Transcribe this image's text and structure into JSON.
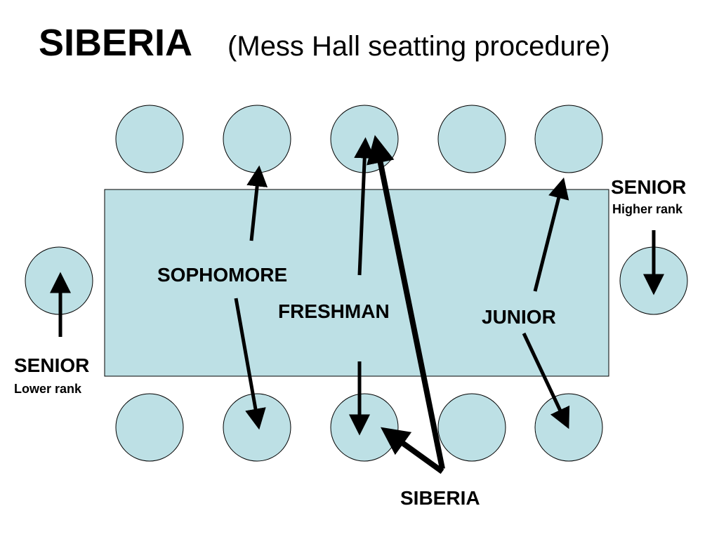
{
  "title": {
    "main": "SIBERIA",
    "subtitle": "(Mess Hall seatting procedure)"
  },
  "labels": {
    "sophomore": "SOPHOMORE",
    "freshman": "FRESHMAN",
    "junior": "JUNIOR",
    "siberia": "SIBERIA",
    "senior_right": "SENIOR",
    "senior_right_rank": "Higher rank",
    "senior_left": "SENIOR",
    "senior_left_rank": "Lower rank"
  },
  "colors": {
    "fill": "#bde0e5",
    "stroke": "#000000"
  }
}
